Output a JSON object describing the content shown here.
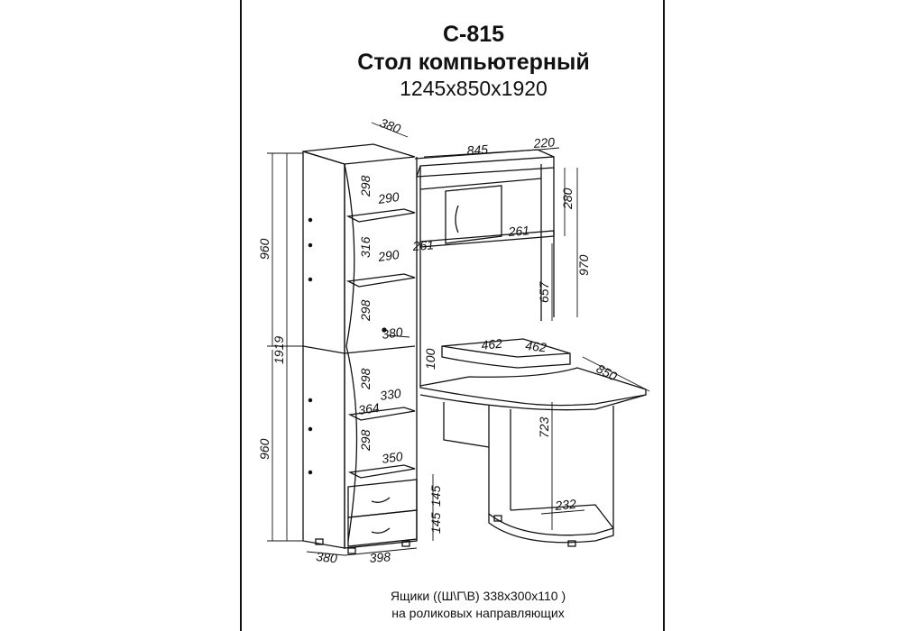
{
  "title": {
    "code": "С-815",
    "name": "Стол компьютерный",
    "overall": "1245x850x1920"
  },
  "dimensions": {
    "top_depth": "380",
    "hutch_width": "845",
    "hutch_depth": "220",
    "shelf1": "298",
    "shelf_w1": "290",
    "shelf2": "316",
    "shelf_w2": "290",
    "shelf3": "298",
    "shelf_w3": "380",
    "upper_height": "960",
    "total_height": "1919",
    "lower_height": "960",
    "hutch_280": "280",
    "hutch_970": "970",
    "cabinet_261_left": "261",
    "cabinet_261_right": "261",
    "hutch_657": "657",
    "desk_462_left": "462",
    "desk_462_right": "462",
    "riser_100": "100",
    "desk_depth": "850",
    "shelf4": "298",
    "shelf_w4": "330",
    "shelf5": "364",
    "shelf6": "298",
    "shelf_w6": "350",
    "desk_723": "723",
    "drawer1": "145",
    "drawer2": "145",
    "base_232": "232",
    "bottom_380": "380",
    "bottom_398": "398"
  },
  "note": {
    "line1": "Ящики ((Ш\\Г\\В) 338x300x110 )",
    "line2": "на роликовых направляющих"
  }
}
